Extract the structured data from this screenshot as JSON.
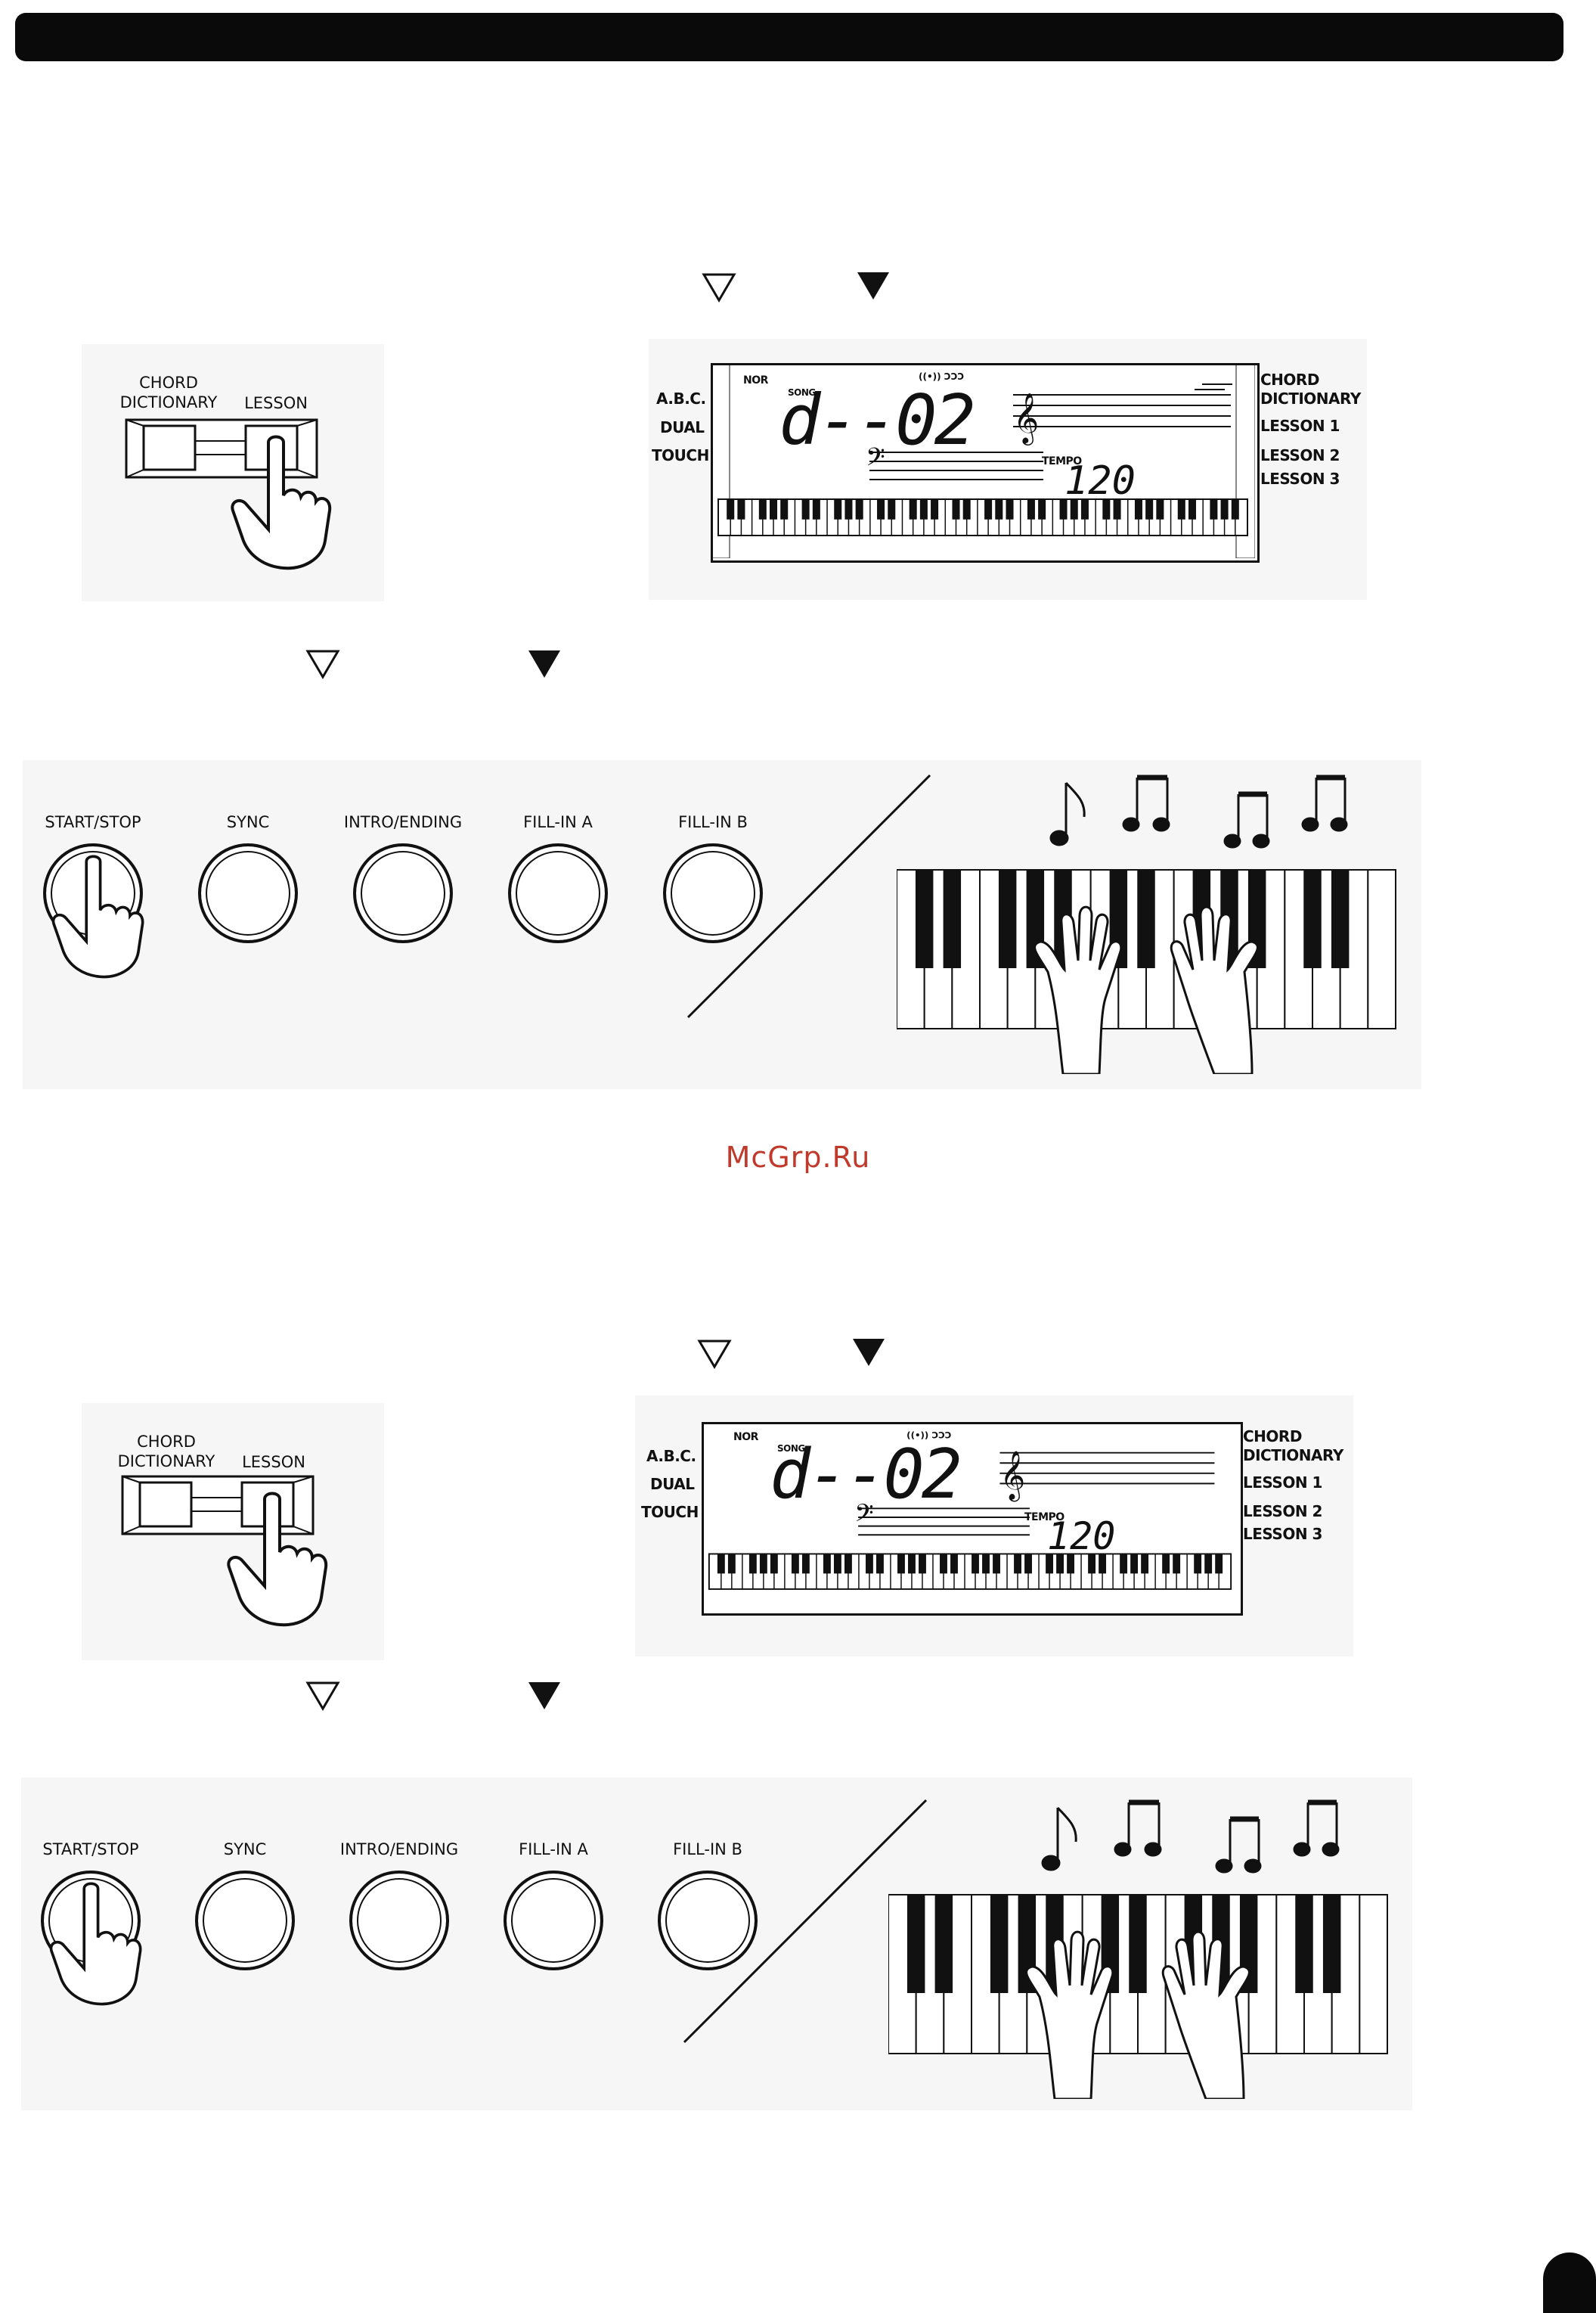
{
  "header": {
    "bar": ""
  },
  "watermark": "McGrp.Ru",
  "panel_buttons": {
    "chord_dictionary": "CHORD\nDICTIONARY",
    "lesson": "LESSON"
  },
  "lcd": {
    "left_labels": [
      "A.B.C.",
      "DUAL",
      "TOUCH"
    ],
    "right_labels": [
      "CHORD",
      "DICTIONARY",
      "LESSON 1",
      "LESSON 2",
      "LESSON 3"
    ],
    "nor": "NOR",
    "song": "SONG",
    "main_display": "d--02",
    "tempo_label": "TEMPO",
    "tempo_value": "120"
  },
  "style_buttons": [
    "START/STOP",
    "SYNC",
    "INTRO/ENDING",
    "FILL-IN  A",
    "FILL-IN  B"
  ],
  "icons": {
    "open_triangle": "open-down-triangle-icon",
    "solid_triangle": "solid-down-triangle-icon",
    "hand": "pointing-hand-icon",
    "notes": "music-notes-icon"
  }
}
